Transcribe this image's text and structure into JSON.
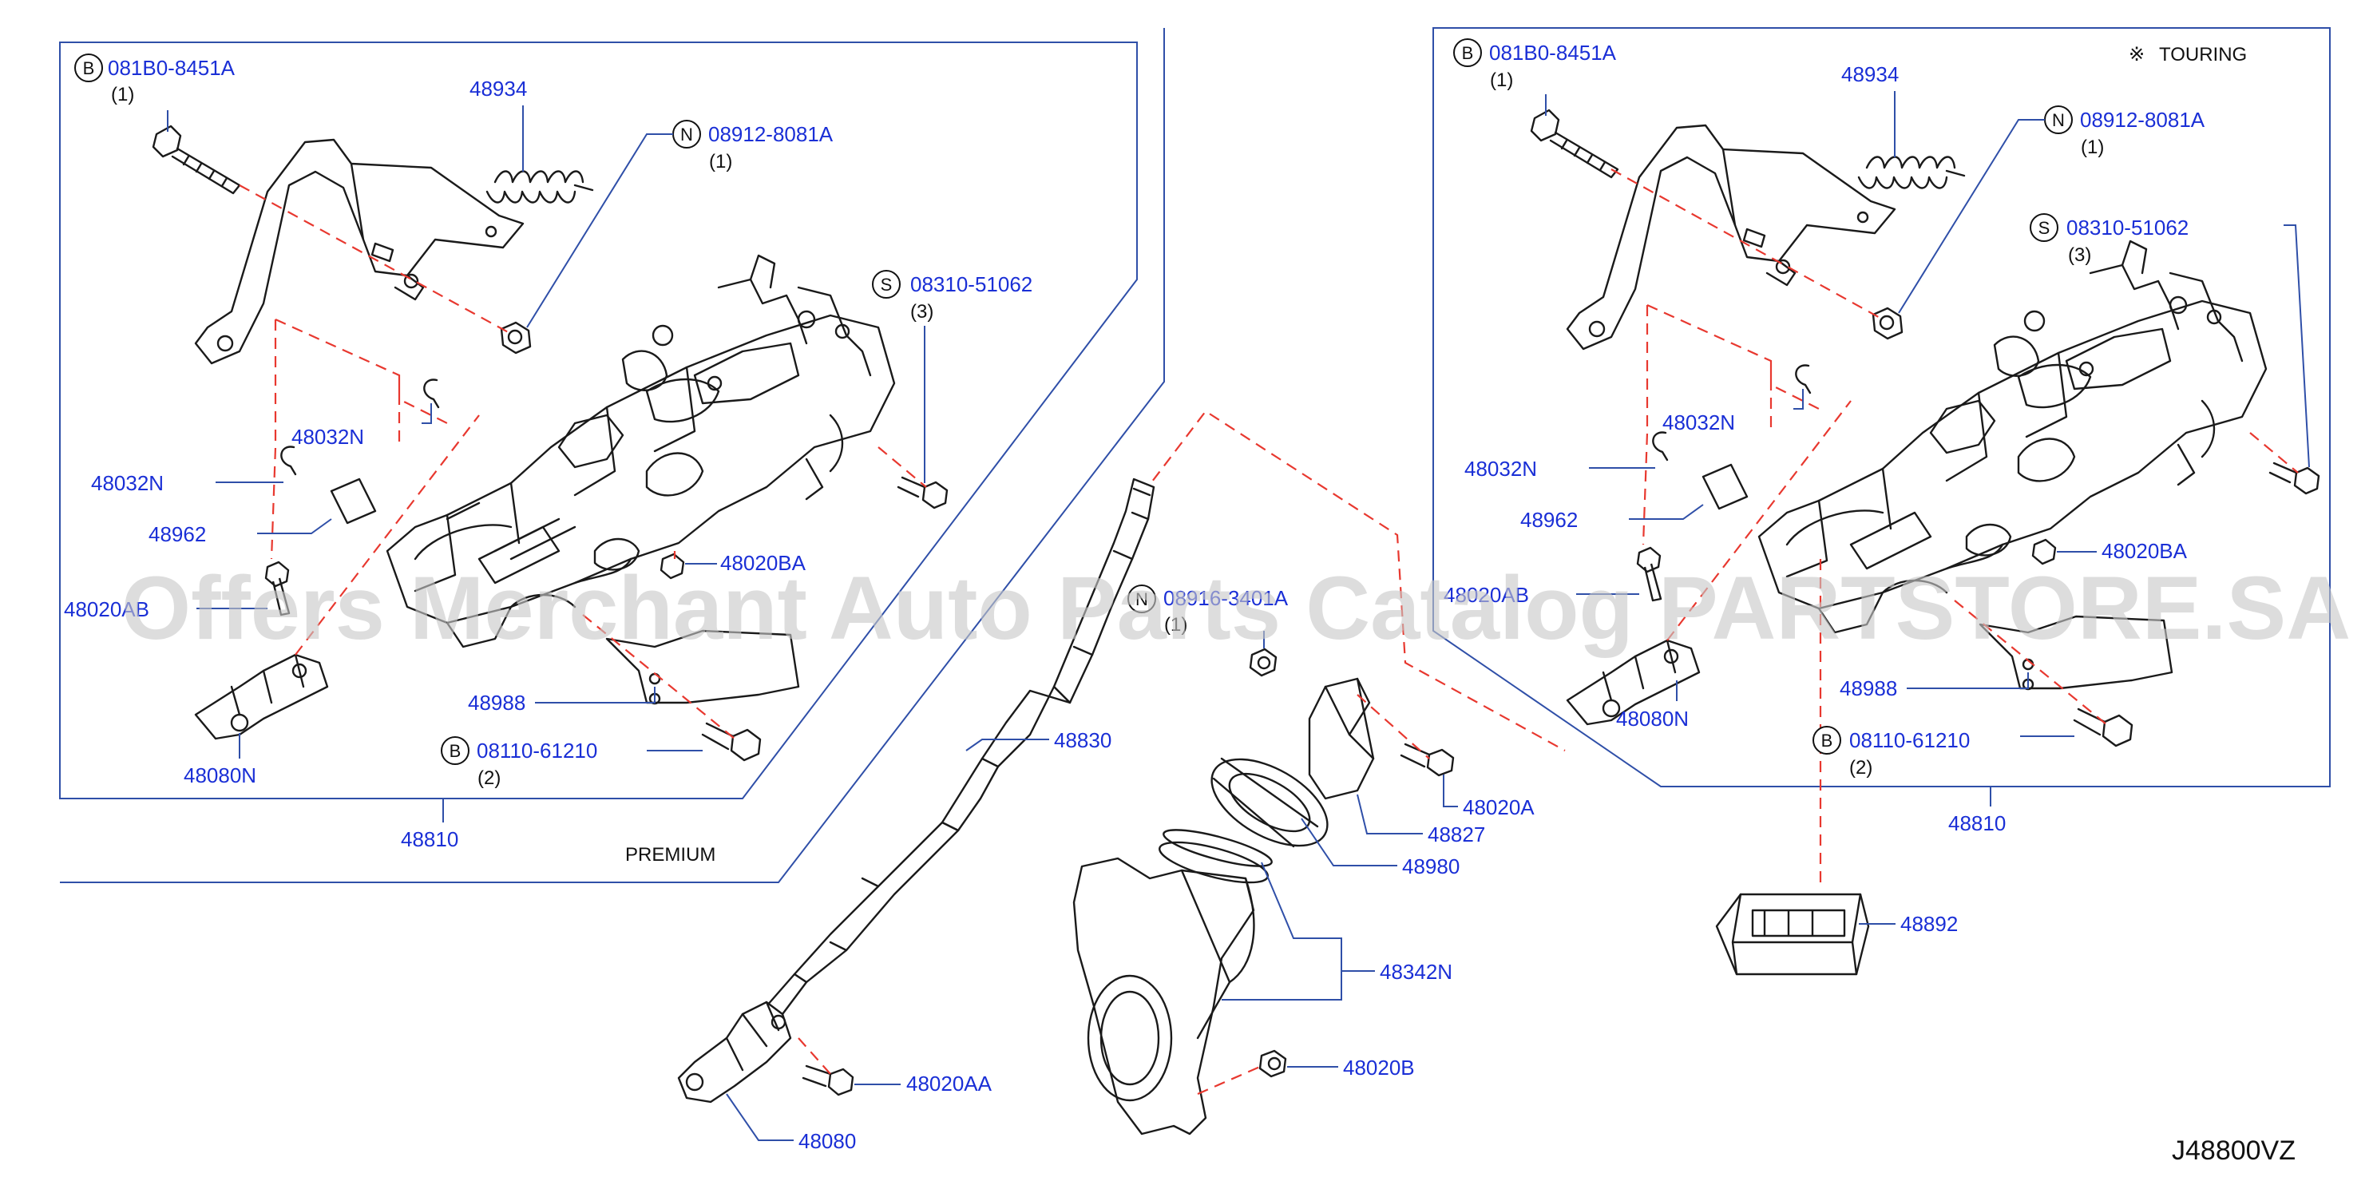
{
  "diagram": {
    "watermark": "Offers Merchant Auto Parts Catalog PARTSTORE.SA",
    "drawing_code": "J48800VZ",
    "left_panel": {
      "variant_label": "PREMIUM",
      "assembly_number": "48810",
      "callouts": {
        "bolt_b": {
          "prefix": "B",
          "number": "081B0-8451A",
          "qty": "(1)"
        },
        "spring": "48934",
        "nut_n": {
          "prefix": "N",
          "number": "08912-8081A",
          "qty": "(1)"
        },
        "screw_s": {
          "prefix": "S",
          "number": "08310-51062",
          "qty": "(3)"
        },
        "clip_upper": "48032N",
        "clip_lower": "48032N",
        "collar": "48962",
        "nut_ba": "48020BA",
        "bolt_ab": "48020AB",
        "bracket": "48988",
        "bolt_b2": {
          "prefix": "B",
          "number": "08110-61210",
          "qty": "(2)"
        },
        "joint": "48080N"
      }
    },
    "right_panel": {
      "variant_label": "TOURING",
      "variant_mark": "※",
      "assembly_number": "48810",
      "callouts": {
        "bolt_b": {
          "prefix": "B",
          "number": "081B0-8451A",
          "qty": "(1)"
        },
        "spring": "48934",
        "nut_n": {
          "prefix": "N",
          "number": "08912-8081A",
          "qty": "(1)"
        },
        "screw_s": {
          "prefix": "S",
          "number": "08310-51062",
          "qty": "(3)"
        },
        "clip_upper": "48032N",
        "clip_lower": "48032N",
        "collar": "48962",
        "nut_ba": "48020BA",
        "bolt_ab": "48020AB",
        "bracket": "48988",
        "bolt_b2": {
          "prefix": "B",
          "number": "08110-61210",
          "qty": "(2)"
        },
        "joint": "48080N",
        "module": "48892"
      }
    },
    "center": {
      "nut_n": {
        "prefix": "N",
        "number": "08916-3401A",
        "qty": "(1)"
      },
      "shaft": "48830",
      "bolt_aa": "48020AA",
      "joint": "48080",
      "bolt_a": "48020A",
      "clamp": "48827",
      "seal": "48980",
      "cover": "48342N",
      "nut_b": "48020B"
    }
  }
}
